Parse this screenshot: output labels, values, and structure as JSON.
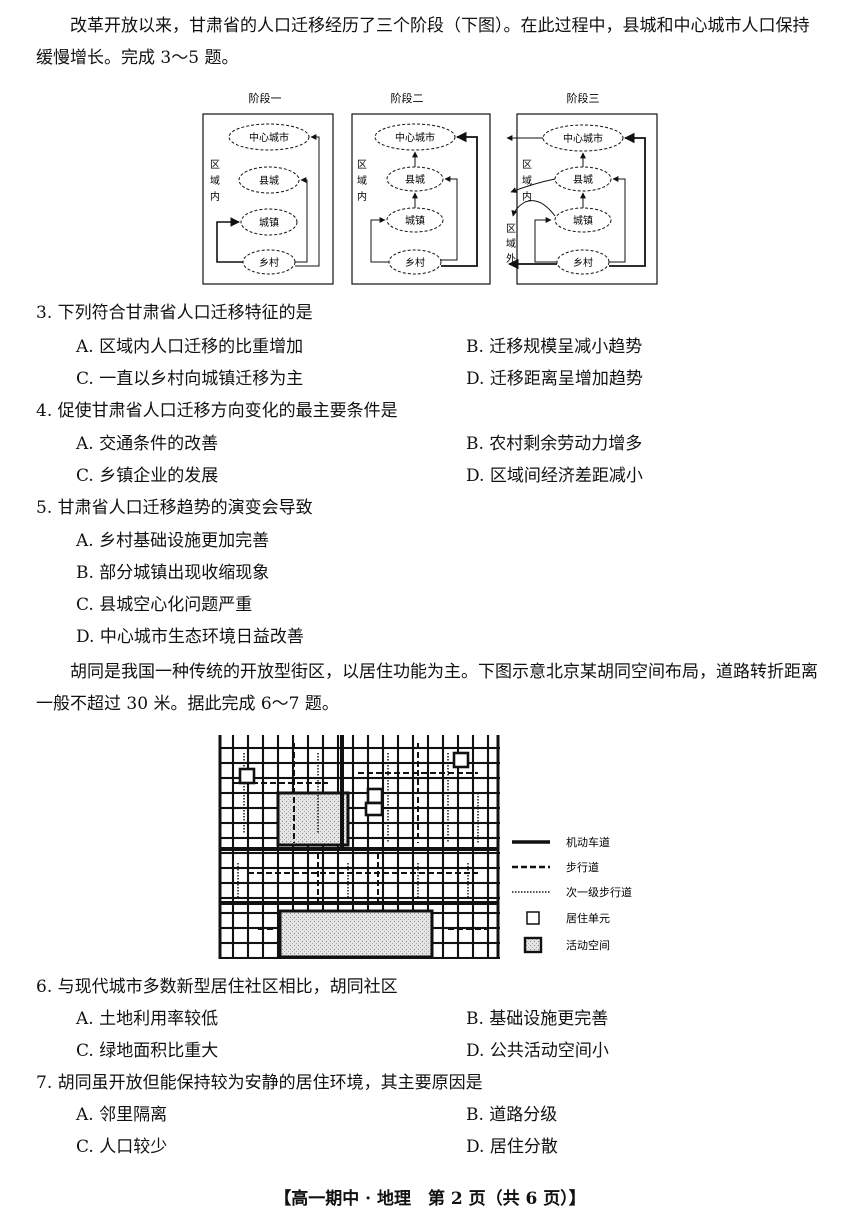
{
  "intro1": "改革开放以来，甘肃省的人口迁移经历了三个阶段（下图）。在此过程中，县城和中心城市人口保持缓慢增长。完成 3～5 题。",
  "figure1": {
    "stages": [
      "阶段一",
      "阶段二",
      "阶段三"
    ],
    "nodes": {
      "center": "中心城市",
      "county": "县城",
      "town": "城镇",
      "village": "乡村"
    },
    "inside": [
      "区",
      "域",
      "内"
    ],
    "outside": [
      "区",
      "域",
      "外"
    ]
  },
  "questions": [
    {
      "stem": "3. 下列符合甘肃省人口迁移特征的是",
      "options": [
        "A. 区域内人口迁移的比重增加",
        "B. 迁移规模呈减小趋势",
        "C. 一直以乡村向城镇迁移为主",
        "D. 迁移距离呈增加趋势"
      ]
    },
    {
      "stem": "4. 促使甘肃省人口迁移方向变化的最主要条件是",
      "options": [
        "A. 交通条件的改善",
        "B. 农村剩余劳动力增多",
        "C. 乡镇企业的发展",
        "D. 区域间经济差距减小"
      ]
    },
    {
      "stem": "5. 甘肃省人口迁移趋势的演变会导致",
      "options": [
        "A. 乡村基础设施更加完善",
        "B. 部分城镇出现收缩现象",
        "C. 县城空心化问题严重",
        "D. 中心城市生态环境日益改善"
      ]
    }
  ],
  "intro2": "胡同是我国一种传统的开放型街区，以居住功能为主。下图示意北京某胡同空间布局，道路转折距离一般不超过 30 米。据此完成 6～7 题。",
  "figure2": {
    "legend": [
      "机动车道",
      "步行道",
      "次一级步行道",
      "居住单元",
      "活动空间"
    ]
  },
  "questions2": [
    {
      "stem": "6. 与现代城市多数新型居住社区相比，胡同社区",
      "options": [
        "A. 土地利用率较低",
        "B. 基础设施更完善",
        "C. 绿地面积比重大",
        "D. 公共活动空间小"
      ]
    },
    {
      "stem": "7. 胡同虽开放但能保持较为安静的居住环境，其主要原因是",
      "options": [
        "A. 邻里隔离",
        "B. 道路分级",
        "C. 人口较少",
        "D. 居住分散"
      ]
    }
  ],
  "footer": "【高一期中 · 地理　第 2 页（共 6 页）】"
}
